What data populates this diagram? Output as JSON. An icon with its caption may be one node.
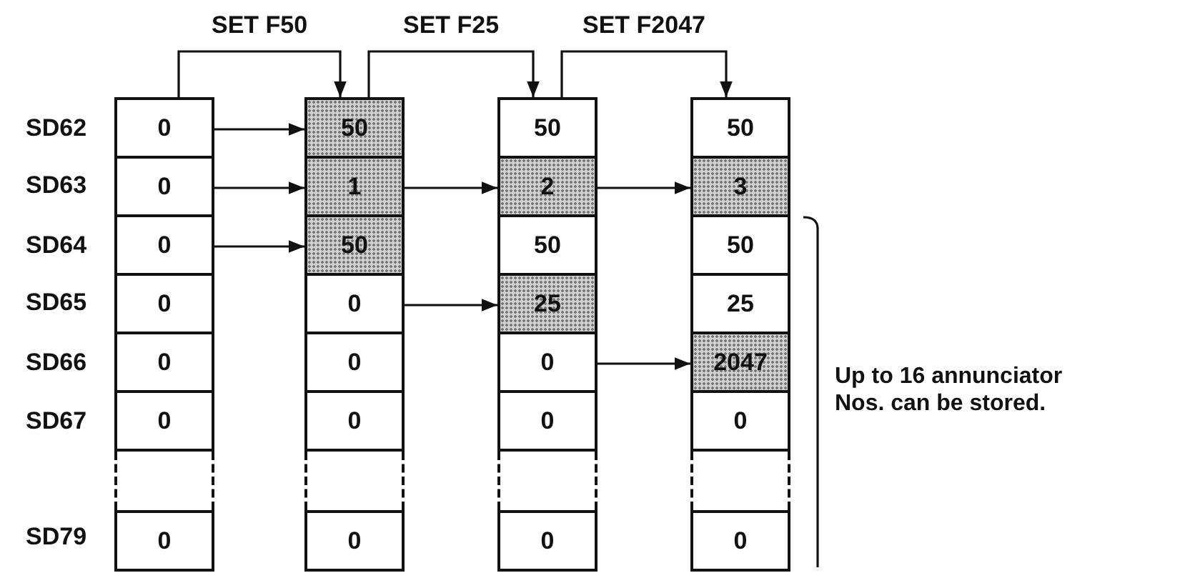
{
  "diagram": {
    "nodes": [
      {
        "text": [],
        "shape": "box"
      },
      {
        "text": [
          "0"
        ],
        "in": 0
      },
      {
        "text": [
          "0"
        ],
        "in": 0
      },
      {
        "text": [
          "0"
        ],
        "in": 0
      },
      {
        "text": [
          "0"
        ],
        "in": 0
      },
      {
        "text": [
          "0"
        ],
        "in": 0
      },
      {
        "text": [
          "0"
        ],
        "in": 0
      },
      {
        "text": [],
        "shape": "box",
        "in": 0
      },
      {
        "text": [
          "0"
        ],
        "in": 0
      },
      {
        "text": [],
        "shape": "box"
      },
      {
        "text": [
          "50"
        ],
        "in": 9
      },
      {
        "text": [
          "1"
        ],
        "in": 9
      },
      {
        "text": [
          "50"
        ],
        "in": 9
      },
      {
        "text": [
          "0"
        ],
        "in": 9
      },
      {
        "text": [
          "0"
        ],
        "in": 9
      },
      {
        "text": [
          "0"
        ],
        "in": 9
      },
      {
        "text": [],
        "shape": "box",
        "in": 9
      },
      {
        "text": [
          "0"
        ],
        "in": 9
      },
      {
        "text": [],
        "shape": "box"
      },
      {
        "text": [
          "50"
        ],
        "in": 18
      },
      {
        "text": [
          "2"
        ],
        "in": 18
      },
      {
        "text": [
          "50"
        ],
        "in": 18
      },
      {
        "text": [
          "25"
        ],
        "in": 18
      },
      {
        "text": [
          "0"
        ],
        "in": 18
      },
      {
        "text": [
          "0"
        ],
        "in": 18
      },
      {
        "text": [],
        "shape": "box",
        "in": 18
      },
      {
        "text": [
          "0"
        ],
        "in": 18
      },
      {
        "text": [],
        "shape": "box"
      },
      {
        "text": [
          "50"
        ],
        "in": 27
      },
      {
        "text": [
          "3"
        ],
        "in": 27
      },
      {
        "text": [
          "50"
        ],
        "in": 27
      },
      {
        "text": [
          "25"
        ],
        "in": 27
      },
      {
        "text": [
          "2047"
        ],
        "in": 27
      },
      {
        "text": [
          "0"
        ],
        "in": 27
      },
      {
        "text": [],
        "shape": "box",
        "in": 27
      },
      {
        "text": [
          "0"
        ],
        "in": 27
      }
    ],
    "edges": [
      {
        "from": 0,
        "to": 9,
        "arrow": "to",
        "label": "SET F50"
      },
      {
        "from": 9,
        "to": 18,
        "arrow": "to",
        "label": "SET F25"
      },
      {
        "from": 18,
        "to": 27,
        "arrow": "to",
        "label": "SET F2047"
      },
      {
        "from": 1,
        "to": 10,
        "arrow": "to"
      },
      {
        "from": 2,
        "to": 11,
        "arrow": "to"
      },
      {
        "from": 11,
        "to": 20,
        "arrow": "to"
      },
      {
        "from": 20,
        "to": 29,
        "arrow": "to"
      },
      {
        "from": 3,
        "to": 12,
        "arrow": "to"
      },
      {
        "from": 13,
        "to": 22,
        "arrow": "to"
      },
      {
        "from": 23,
        "to": 32,
        "arrow": "to"
      }
    ],
    "labels": [
      "SD62",
      "SD63",
      "SD64",
      "SD65",
      "SD66",
      "Up to 16 annunciator Nos. can be stored.",
      "SD67",
      "SD79"
    ]
  }
}
